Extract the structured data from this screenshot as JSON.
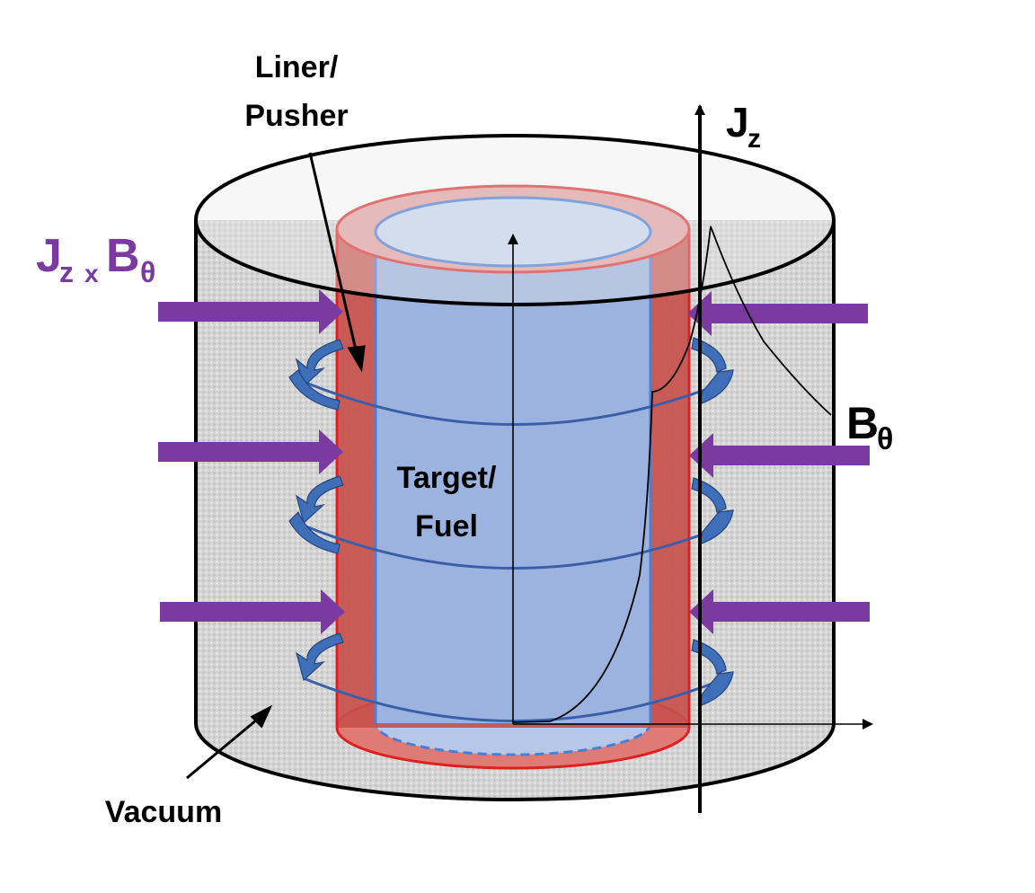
{
  "labels": {
    "liner_line1": "Liner/",
    "liner_line2": "Pusher",
    "target_line1": "Target/",
    "target_line2": "Fuel",
    "vacuum": "Vacuum",
    "jz_main": "J",
    "jz_sub": "z",
    "btheta_main": "B",
    "btheta_sub": "θ",
    "force_j": "J",
    "force_j_sub": "z",
    "force_x": "x",
    "force_b": "B",
    "force_b_sub": "θ"
  },
  "colors": {
    "force_arrow": "#7a3aa0",
    "field_arrow": "#3f6fb8",
    "liner": "#c8504c",
    "liner_edge": "#e02020",
    "fuel": "#9cb3df",
    "fuel_edge": "#4a7fd4",
    "vacuum": "#d2d2d2"
  },
  "icons": {
    "force_arrows": "right-arrow-icon",
    "field_loops": "curved-arrow-icon"
  }
}
